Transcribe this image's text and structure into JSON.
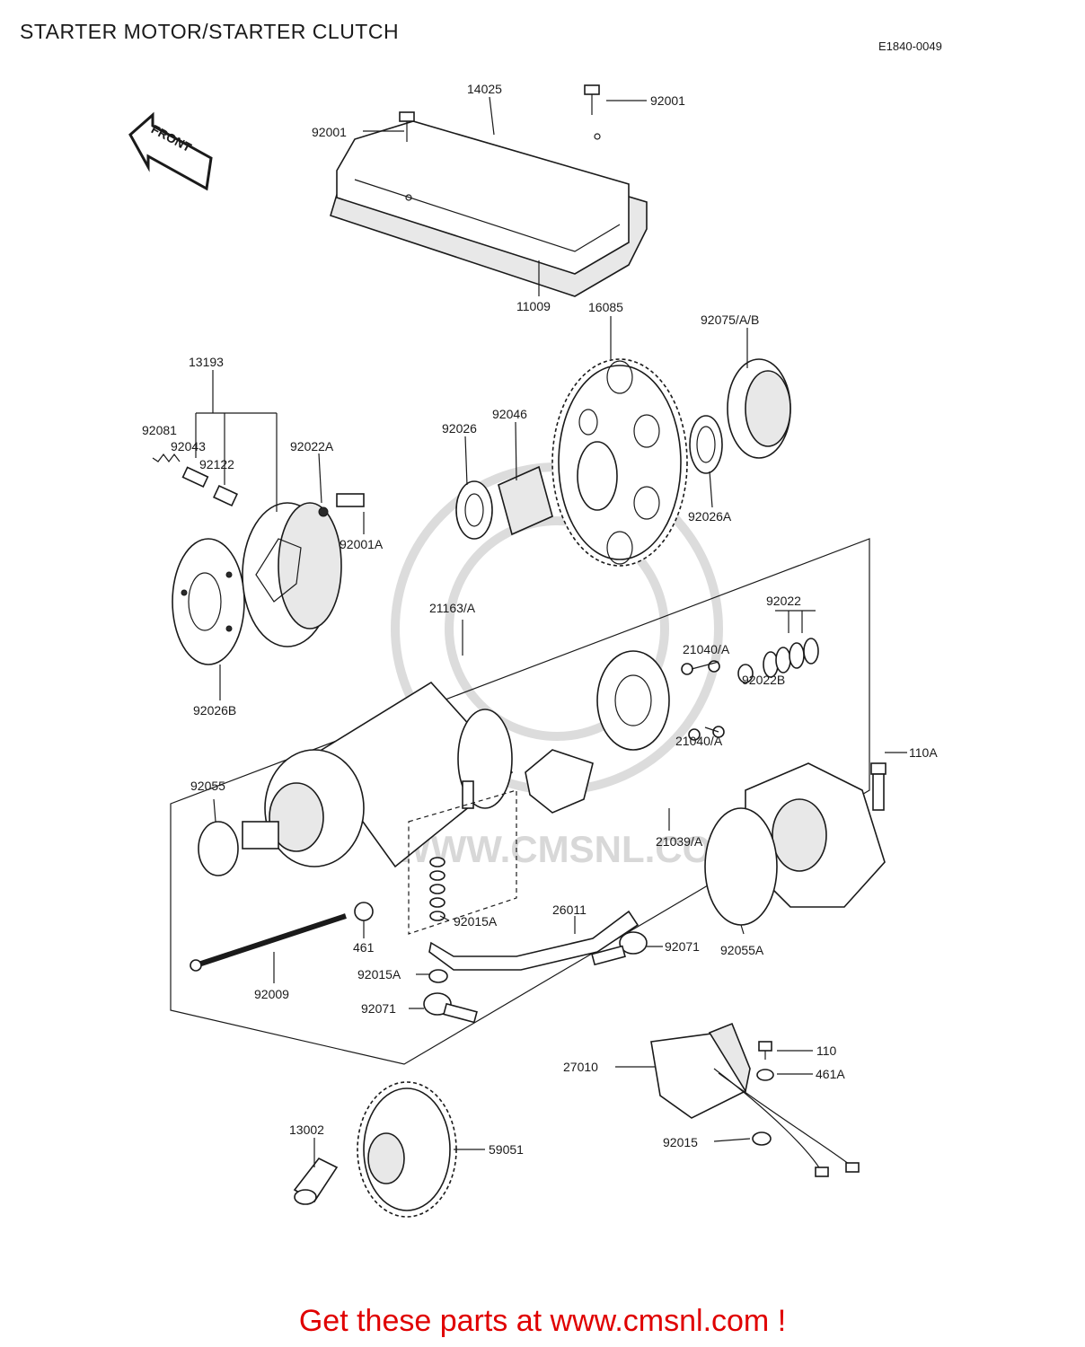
{
  "page": {
    "title": "STARTER MOTOR/STARTER CLUTCH",
    "diagram_code": "E1840-0049",
    "footer": "Get these parts at www.cmsnl.com !",
    "watermark": "WWW.CMSNL.COM",
    "footer_color": "#e00000"
  },
  "front_arrow": {
    "label": "FRONT"
  },
  "parts": {
    "p92001_left": "92001",
    "p14025": "14025",
    "p92001_right": "92001",
    "p11009": "11009",
    "p16085": "16085",
    "p92075": "92075/A/B",
    "p13193": "13193",
    "p92081": "92081",
    "p92043": "92043",
    "p92122": "92122",
    "p92022A": "92022A",
    "p92001A": "92001A",
    "p92026": "92026",
    "p92046": "92046",
    "p92026A": "92026A",
    "p92026B": "92026B",
    "p21163": "21163/A",
    "p92022": "92022",
    "p21040_top": "21040/A",
    "p92022B": "92022B",
    "p21040_bot": "21040/A",
    "p110A": "110A",
    "p92055": "92055",
    "p21039": "21039/A",
    "p92015A_1": "92015A",
    "p26011": "26011",
    "p92071_r": "92071",
    "p92055A": "92055A",
    "p461": "461",
    "p92015A_2": "92015A",
    "p92009": "92009",
    "p92071_l": "92071",
    "p110": "110",
    "p27010": "27010",
    "p461A": "461A",
    "p92015": "92015",
    "p13002": "13002",
    "p59051": "59051"
  }
}
